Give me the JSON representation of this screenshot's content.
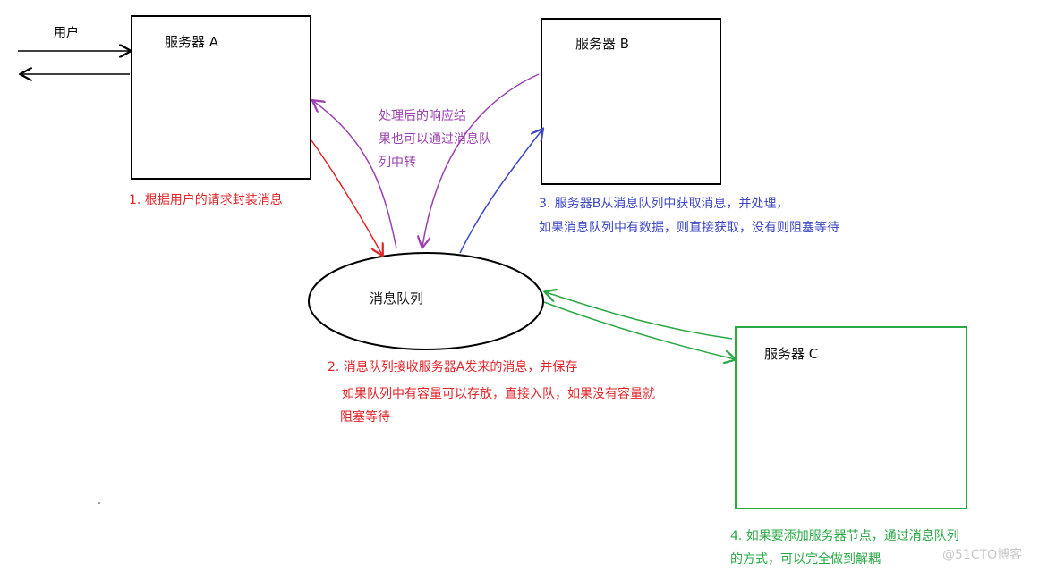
{
  "user_label": "用户",
  "server_a": {
    "title": "服务器  A"
  },
  "server_b": {
    "title": "服务器  B"
  },
  "server_c": {
    "title": "服务器  C"
  },
  "queue": {
    "title": "消息队列"
  },
  "note_purple": [
    "处理后的响应结",
    "果也可以通过消息队",
    "列中转"
  ],
  "note_step1": "1. 根据用户的请求封装消息",
  "note_step2": [
    "2. 消息队列接收服务器A发来的消息，并保存",
    "如果队列中有容量可以存放，直接入队，如果没有容量就",
    "阻塞等待"
  ],
  "note_step3": [
    "3. 服务器B从消息队列中获取消息，并处理，",
    "如果消息队列中有数据，则直接获取，没有则阻塞等待"
  ],
  "note_step4": [
    "4. 如果要添加服务器节点，通过消息队列",
    "的方式，可以完全做到解耦"
  ],
  "watermark": "@51CTO博客",
  "colors": {
    "red": "#e0252a",
    "purple": "#9b41b0",
    "blue": "#3d48c4",
    "green": "#2aa845",
    "black": "#000000"
  }
}
